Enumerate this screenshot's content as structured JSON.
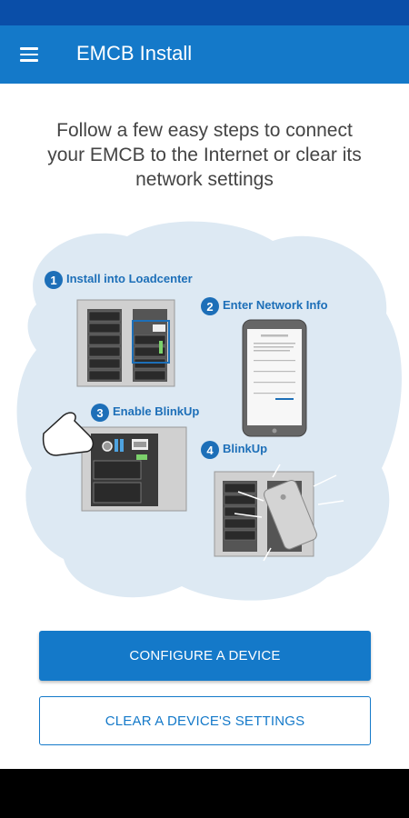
{
  "app_bar": {
    "title": "EMCB Install",
    "menu_icon": "hamburger-menu-icon"
  },
  "intro_text": "Follow a few easy steps to connect\nyour EMCB to the Internet or clear its\nnetwork settings",
  "steps": [
    {
      "number": "1",
      "label": "Install into Loadcenter"
    },
    {
      "number": "2",
      "label": "Enter Network Info"
    },
    {
      "number": "3",
      "label": "Enable BlinkUp"
    },
    {
      "number": "4",
      "label": "BlinkUp"
    }
  ],
  "buttons": {
    "configure": "CONFIGURE A DEVICE",
    "clear": "CLEAR A DEVICE'S SETTINGS"
  },
  "colors": {
    "status_bar": "#0a4ea8",
    "app_bar": "#1479c9",
    "accent": "#1479c9",
    "step_badge": "#1d6fb8",
    "cloud": "#dde9f3",
    "navigation_bar": "#000000"
  }
}
